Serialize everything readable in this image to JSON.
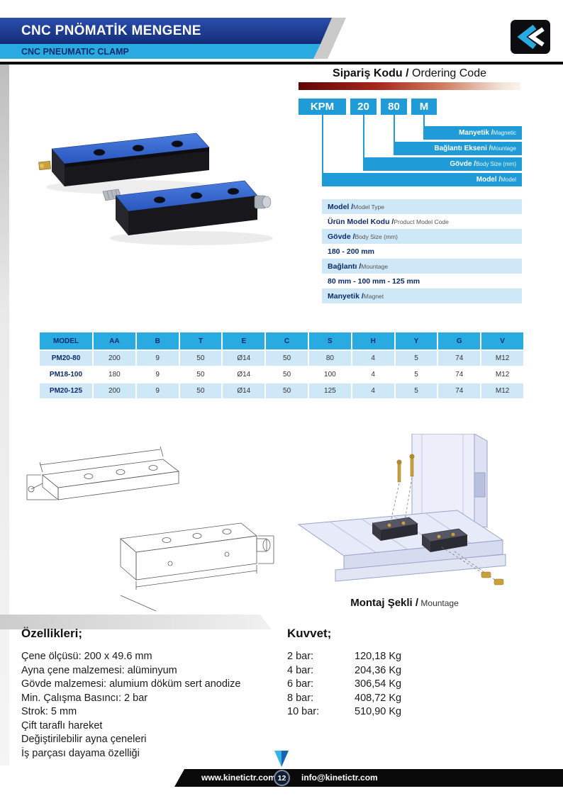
{
  "colors": {
    "brand_navy": "#142c77",
    "brand_cyan": "#29abe2",
    "ordering_blue": "#1f9cd8",
    "row_light_blue": "#cfe8f7",
    "red_bar": "#a8251c"
  },
  "header": {
    "title_tr": "CNC PNÖMATİK MENGENE",
    "title_en": "CNC PNEUMATIC CLAMP"
  },
  "ordering": {
    "heading_bold": "Sipariş Kodu /",
    "heading_rest": " Ordering Code",
    "code_parts": [
      "KPM",
      "20",
      "80",
      "M"
    ],
    "levels": [
      {
        "tr": "Manyetik /",
        "en": " Magnetic"
      },
      {
        "tr": "Bağlantı Ekseni /",
        "en": " Mountage"
      },
      {
        "tr": "Gövde /",
        "en": " Body Size (mm)"
      },
      {
        "tr": "Model /",
        "en": " Model"
      }
    ],
    "details": [
      {
        "tr": "Model /",
        "en": " Model Type"
      },
      {
        "tr": "Ürün Model Kodu /",
        "en": " Product Model Code"
      },
      {
        "tr": "Gövde /",
        "en": " Body Size (mm)"
      },
      {
        "tr": "180 - 200 mm",
        "en": ""
      },
      {
        "tr": "Bağlantı /",
        "en": " Mountage"
      },
      {
        "tr": "80 mm - 100 mm - 125 mm",
        "en": ""
      },
      {
        "tr": "Manyetik /",
        "en": " Magnet"
      }
    ]
  },
  "table": {
    "headers": [
      "MODEL",
      "AA",
      "B",
      "T",
      "E",
      "C",
      "S",
      "H",
      "Y",
      "G",
      "V"
    ],
    "rows": [
      [
        "PM20-80",
        "200",
        "9",
        "50",
        "Ø14",
        "50",
        "80",
        "4",
        "5",
        "74",
        "M12"
      ],
      [
        "PM18-100",
        "180",
        "9",
        "50",
        "Ø14",
        "50",
        "100",
        "4",
        "5",
        "74",
        "M12"
      ],
      [
        "PM20-125",
        "200",
        "9",
        "50",
        "Ø14",
        "50",
        "125",
        "4",
        "5",
        "74",
        "M12"
      ]
    ]
  },
  "mountage": {
    "caption_tr": "Montaj Şekli /",
    "caption_en": " Mountage"
  },
  "features": {
    "heading": "Özellikleri;",
    "items": [
      "Çene ölçüsü: 200 x 49.6 mm",
      "Ayna çene malzemesi: alüminyum",
      "Gövde malzemesi: alumium döküm sert anodize",
      "Min. Çalışma Basıncı: 2 bar",
      "Strok: 5 mm",
      "Çift taraflı hareket",
      "Değiştirilebilir ayna çeneleri",
      "İş parçası dayama özelliği"
    ]
  },
  "force": {
    "heading": "Kuvvet;",
    "rows": [
      {
        "label": "2 bar:",
        "value": "120,18 Kg"
      },
      {
        "label": "4 bar:",
        "value": "204,36 Kg"
      },
      {
        "label": "6 bar:",
        "value": "306,54 Kg"
      },
      {
        "label": "8 bar:",
        "value": "408,72 Kg"
      },
      {
        "label": "10 bar:",
        "value": "510,90 Kg"
      }
    ]
  },
  "footer": {
    "website": "www.kinetictr.com",
    "email": "info@kinetictr.com",
    "page": "12"
  }
}
